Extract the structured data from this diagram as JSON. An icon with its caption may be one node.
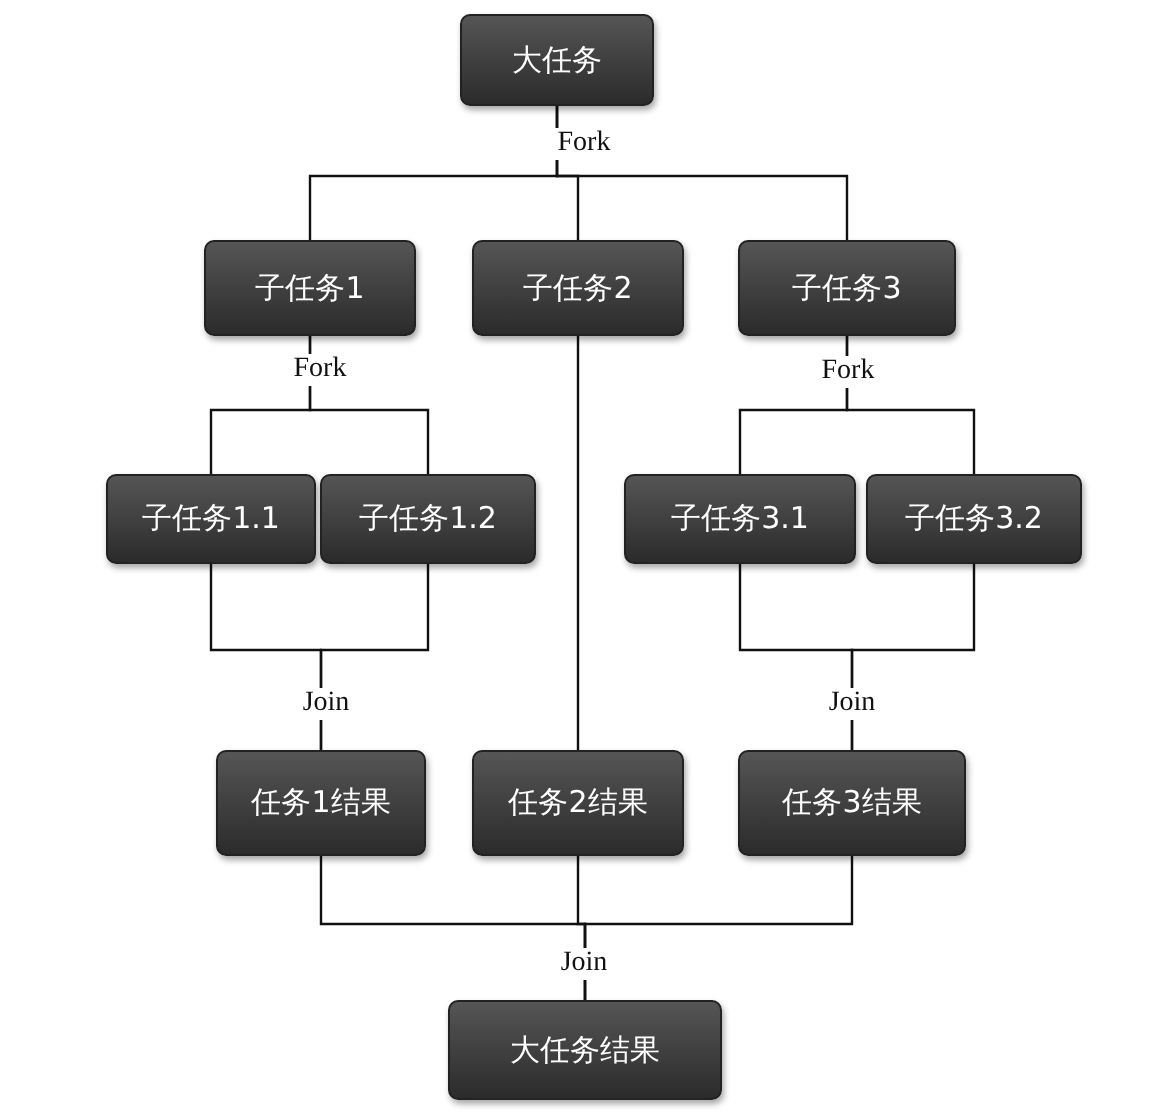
{
  "diagram": {
    "nodes": [
      {
        "text": [
          "大任务"
        ]
      },
      {
        "text": [
          "子任务1"
        ]
      },
      {
        "text": [
          "子任务2"
        ]
      },
      {
        "text": [
          "子任务3"
        ]
      },
      {
        "text": [
          "子任务1.1"
        ]
      },
      {
        "text": [
          "子任务1.2"
        ]
      },
      {
        "text": [
          "子任务3.1"
        ]
      },
      {
        "text": [
          "子任务3.2"
        ]
      },
      {
        "text": [
          "任务1结果"
        ]
      },
      {
        "text": [
          "任务2结果"
        ]
      },
      {
        "text": [
          "任务3结果"
        ]
      },
      {
        "text": [
          "大任务结果"
        ]
      }
    ],
    "edges": [
      {
        "from": 0,
        "to": 1,
        "arrow": "none"
      },
      {
        "from": 0,
        "to": 2,
        "arrow": "none",
        "label": "Fork"
      },
      {
        "from": 0,
        "to": 3,
        "arrow": "none"
      },
      {
        "from": 1,
        "to": 4,
        "arrow": "none",
        "label": "Fork"
      },
      {
        "from": 1,
        "to": 5,
        "arrow": "none"
      },
      {
        "from": 3,
        "to": 6,
        "arrow": "none",
        "label": "Fork"
      },
      {
        "from": 3,
        "to": 7,
        "arrow": "none"
      },
      {
        "from": 4,
        "to": 8,
        "arrow": "none"
      },
      {
        "from": 5,
        "to": 8,
        "arrow": "none",
        "label": "Join"
      },
      {
        "from": 6,
        "to": 10,
        "arrow": "none"
      },
      {
        "from": 7,
        "to": 10,
        "arrow": "none",
        "label": "Join"
      },
      {
        "from": 2,
        "to": 9,
        "arrow": "none"
      },
      {
        "from": 8,
        "to": 11,
        "arrow": "none"
      },
      {
        "from": 9,
        "to": 11,
        "arrow": "none",
        "label": "Join"
      },
      {
        "from": 10,
        "to": 11,
        "arrow": "none"
      }
    ]
  }
}
